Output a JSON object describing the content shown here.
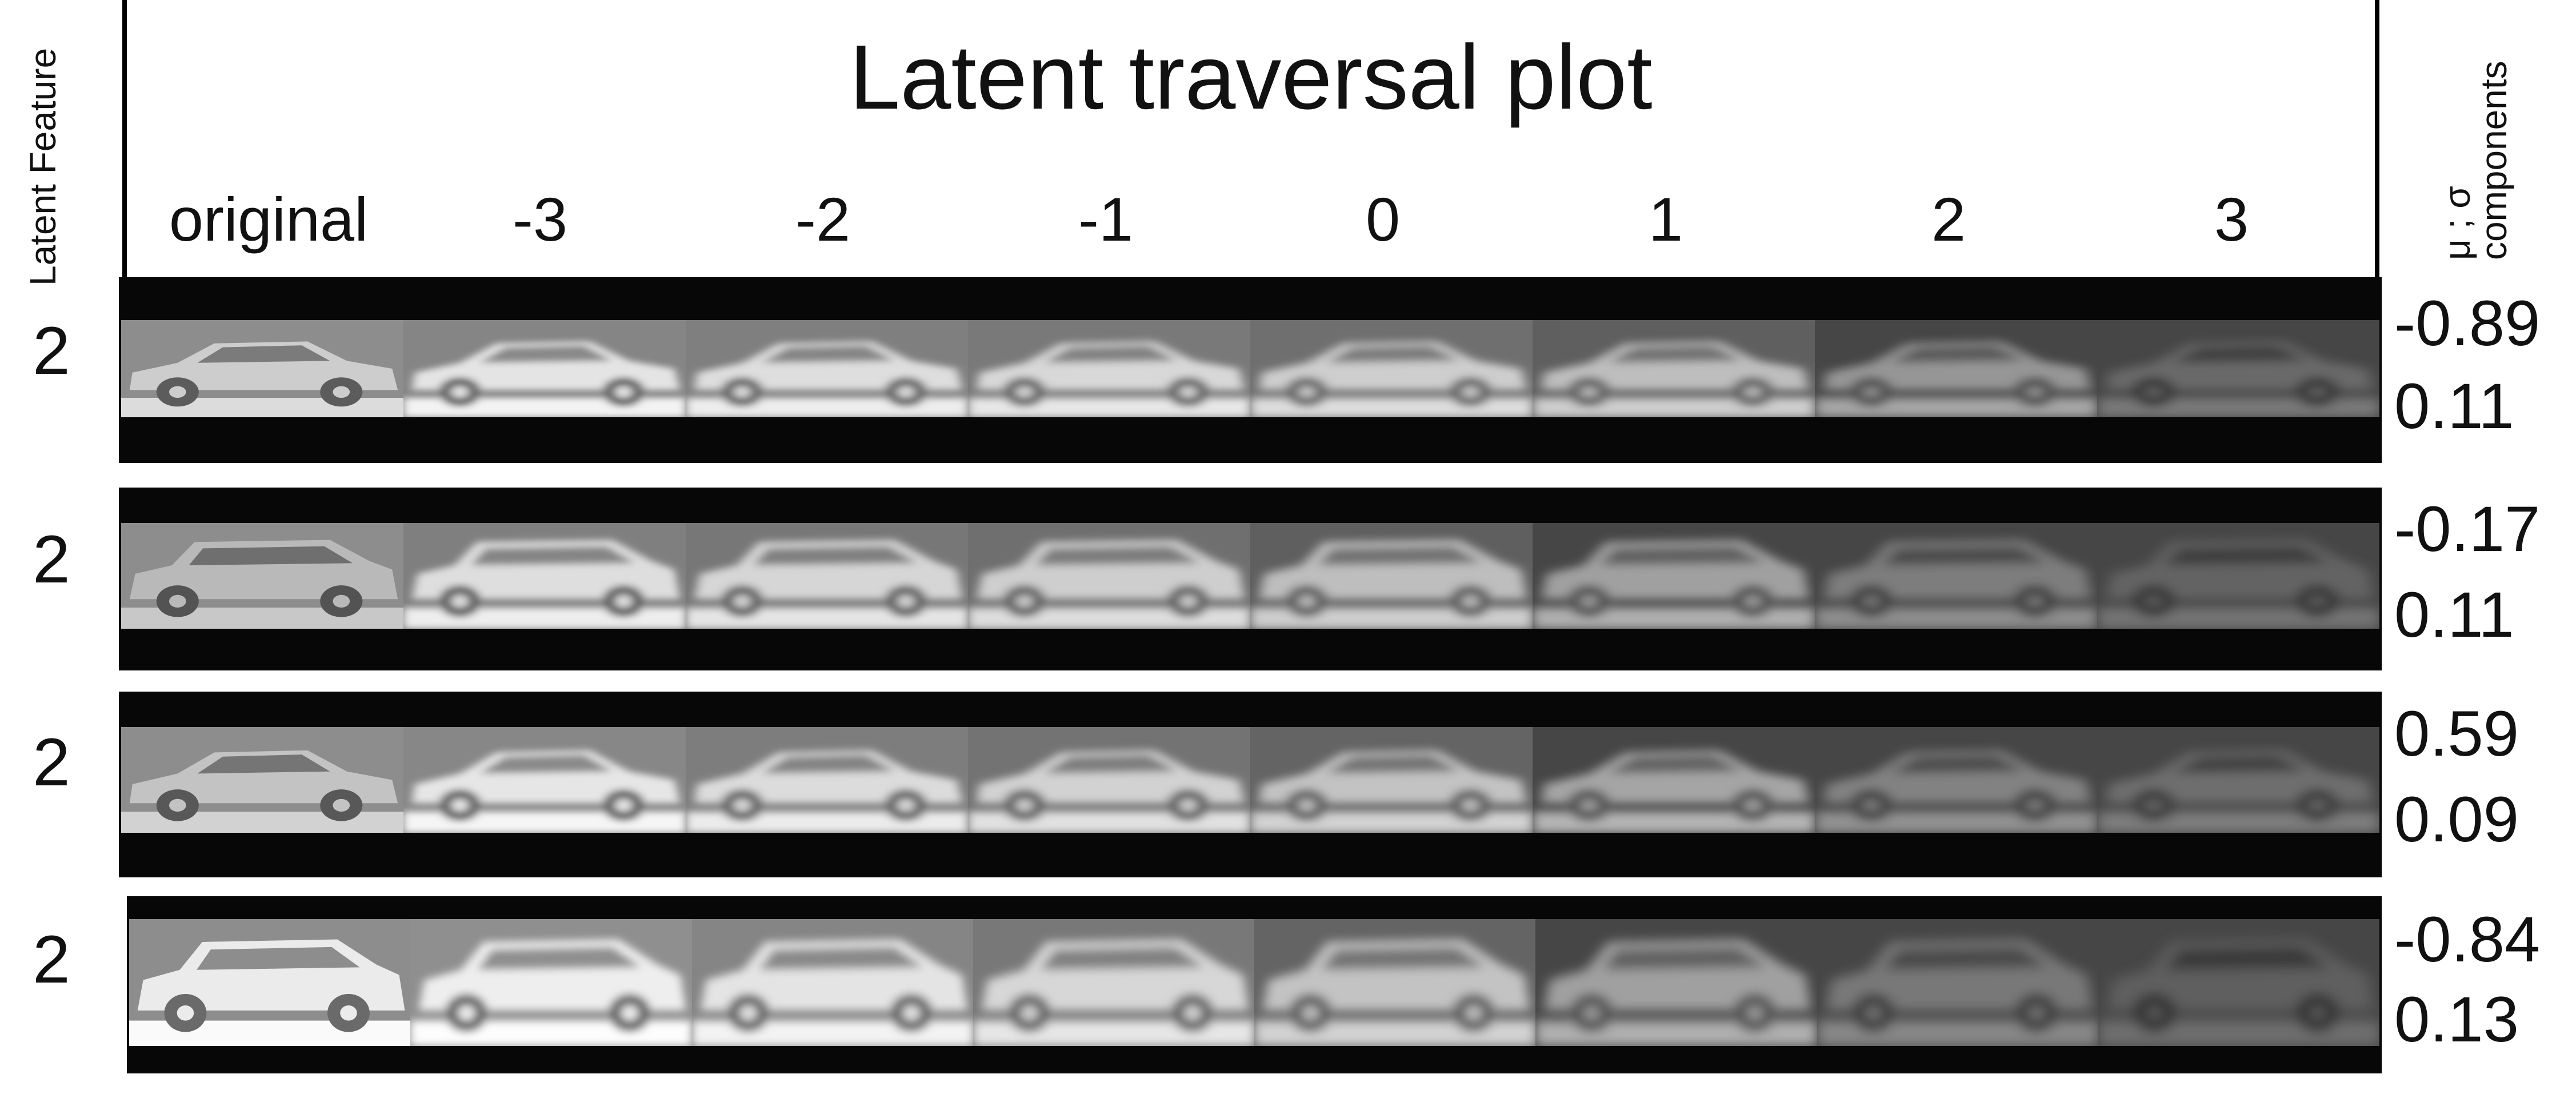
{
  "figure": {
    "title": "Latent traversal plot",
    "left_axis_label": "Latent Feature",
    "right_axis_label_line1": "μ ; σ",
    "right_axis_label_line2": "components",
    "column_headers": [
      "original",
      "-3",
      "-2",
      "-1",
      "0",
      "1",
      "2",
      "3"
    ]
  },
  "rows": [
    {
      "latent_feature": "2",
      "mu": "-0.89",
      "sigma": "0.11",
      "vehicle": "sedan",
      "original_shade": 205,
      "traversal_shades": [
        228,
        222,
        216,
        206,
        190,
        150,
        105
      ]
    },
    {
      "latent_feature": "2",
      "mu": "-0.17",
      "sigma": "0.11",
      "vehicle": "suv",
      "original_shade": 185,
      "traversal_shades": [
        222,
        214,
        206,
        190,
        160,
        125,
        100
      ]
    },
    {
      "latent_feature": "2",
      "mu": "0.59",
      "sigma": "0.09",
      "vehicle": "sedan",
      "original_shade": 195,
      "traversal_shades": [
        230,
        220,
        210,
        195,
        165,
        130,
        110
      ]
    },
    {
      "latent_feature": "2",
      "mu": "-0.84",
      "sigma": "0.13",
      "vehicle": "suv",
      "original_shade": 235,
      "traversal_shades": [
        238,
        228,
        215,
        195,
        160,
        120,
        95
      ]
    }
  ]
}
